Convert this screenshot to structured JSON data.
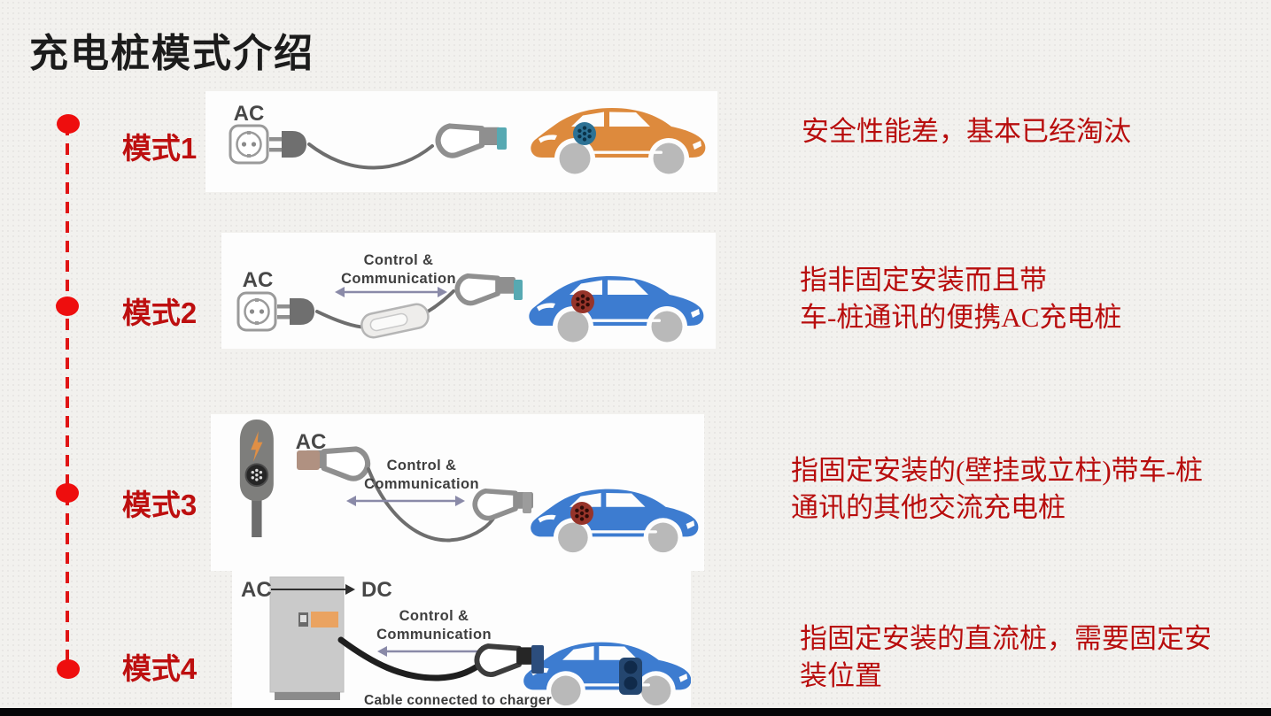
{
  "title": "充电桩模式介绍",
  "colors": {
    "background": "#f2f1ee",
    "title_black": "#1c1c1c",
    "accent_red_text": "#b80d0d",
    "timeline_red": "#ee0e0e",
    "car_orange": "#dd8a3d",
    "car_blue": "#3d7cd0",
    "bottom_bar_black": "#050507"
  },
  "modes": [
    {
      "label": "模式1",
      "description_lines": [
        "安全性能差，基本已经淘汰"
      ],
      "diagram": {
        "source_label": "AC"
      }
    },
    {
      "label": "模式2",
      "description_lines": [
        "指非固定安装而且带",
        "车-桩通讯的便携AC充电桩"
      ],
      "diagram": {
        "source_label": "AC",
        "comm_line1": "Control &",
        "comm_line2": "Communication"
      }
    },
    {
      "label": "模式3",
      "description_lines": [
        "指固定安装的(壁挂或立柱)带车-桩",
        "通讯的其他交流充电桩"
      ],
      "diagram": {
        "source_label": "AC",
        "comm_line1": "Control &",
        "comm_line2": "Communication"
      }
    },
    {
      "label": "模式4",
      "description_lines": [
        "指固定安装的直流桩，需要固定安",
        "装位置"
      ],
      "diagram": {
        "input_label": "AC",
        "output_label": "DC",
        "comm_line1": "Control &",
        "comm_line2": "Communication",
        "caption": "Cable connected to charger"
      }
    }
  ]
}
